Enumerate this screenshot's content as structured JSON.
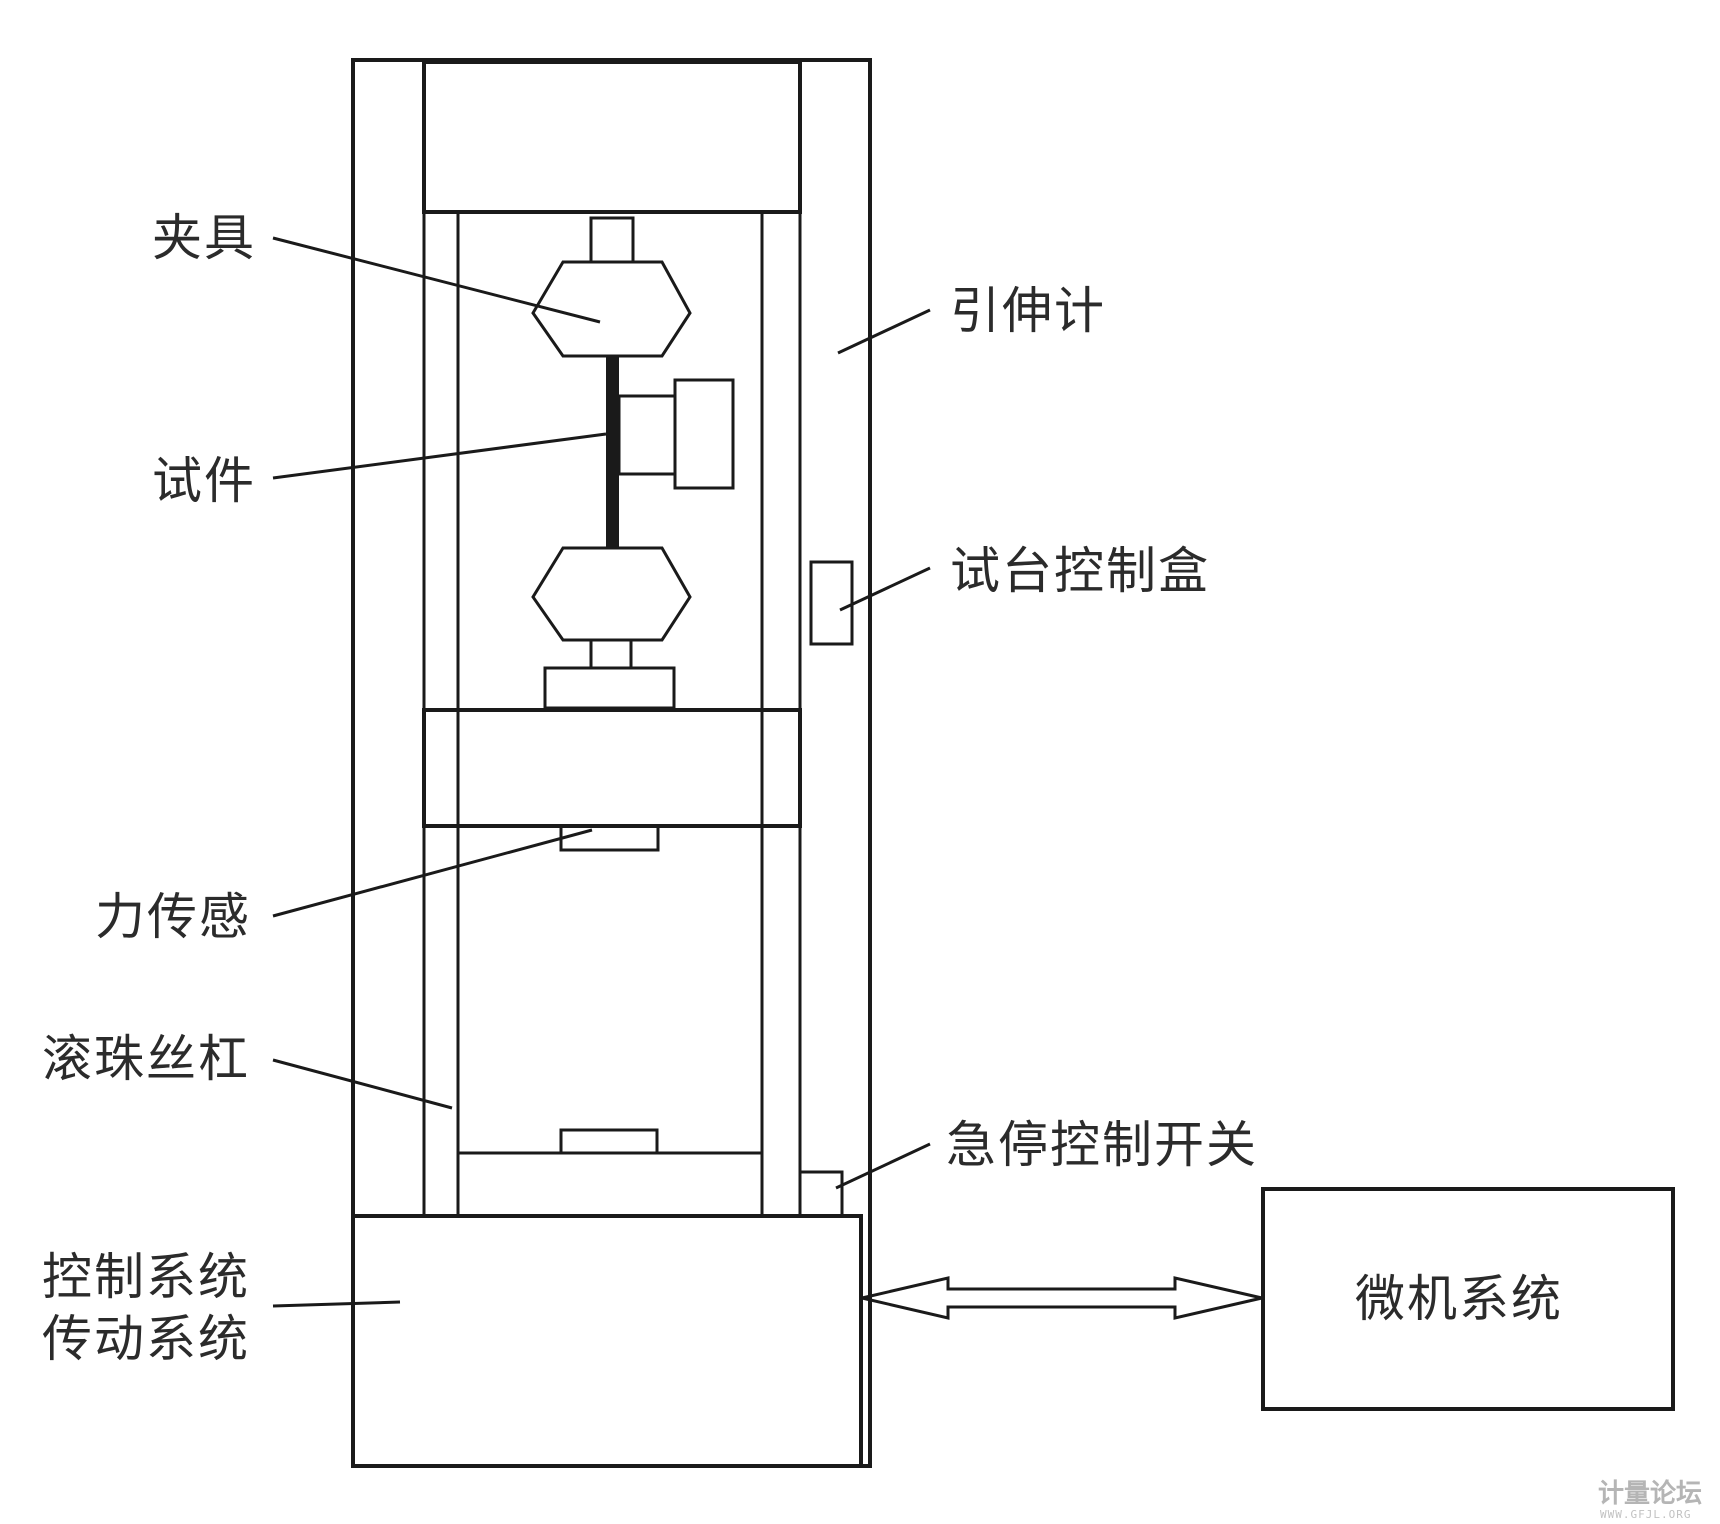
{
  "labels": {
    "clamp": "夹具",
    "specimen": "试件",
    "force_sensor": "力传感",
    "ball_screw": "滚珠丝杠",
    "control_system": "控制系统",
    "drive_system": "传动系统",
    "extensometer": "引伸计",
    "test_control_box": "试台控制盒",
    "emergency_stop": "急停控制开关",
    "computer_system": "微机系统"
  },
  "watermark": {
    "text": "计量论坛",
    "url": "WWW.GFJL.ORG"
  }
}
